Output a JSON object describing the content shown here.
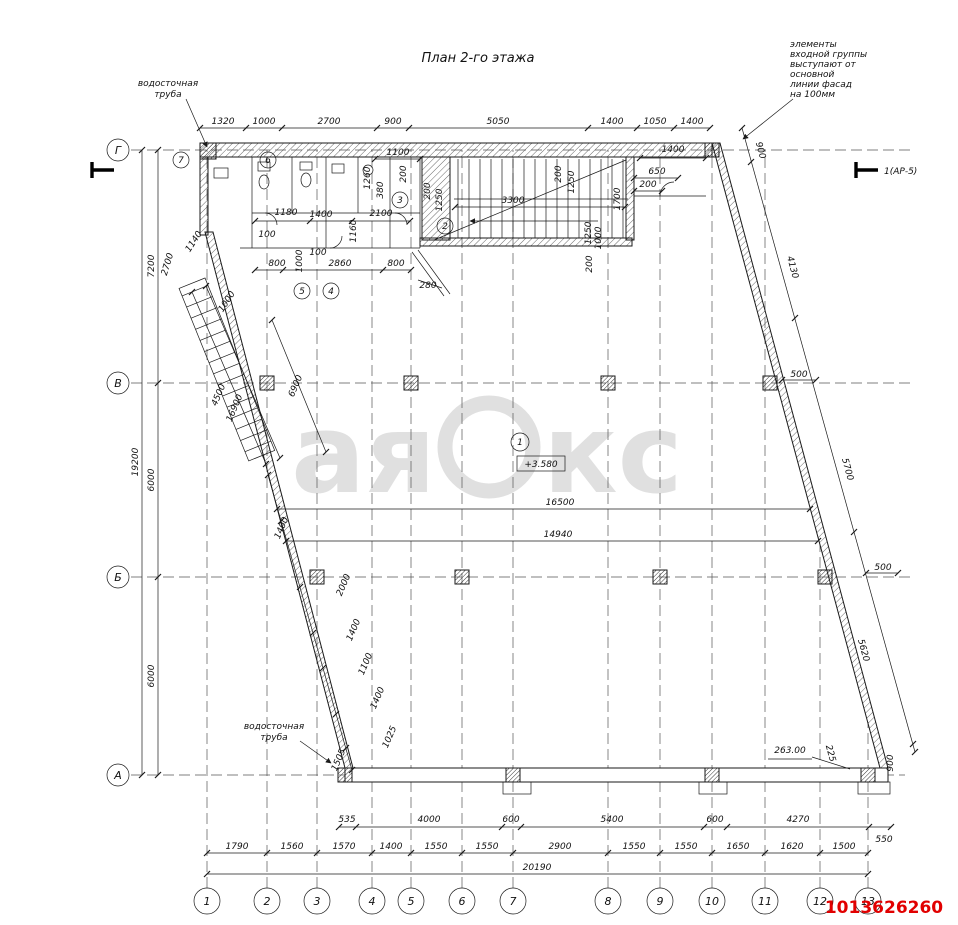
{
  "title": "План 2-го этажа",
  "notes": {
    "drain_top": [
      "водосточная",
      "труба"
    ],
    "drain_bottom": [
      "водосточная",
      "труба"
    ],
    "entrance": [
      "элементы",
      "входной группы",
      "выступают от",
      "основной",
      "линии фасад",
      "на 100мм"
    ],
    "section_ref": "1(АР-5)"
  },
  "marks": {
    "elevation": "+3.580",
    "level": "263.00",
    "room_numbers": [
      "7",
      "6",
      "3",
      "2",
      "5",
      "4",
      "1"
    ]
  },
  "axes": {
    "rows": [
      "Г",
      "В",
      "Б",
      "А"
    ],
    "cols": [
      "1",
      "2",
      "3",
      "4",
      "5",
      "6",
      "7",
      "8",
      "9",
      "10",
      "11",
      "12",
      "13"
    ]
  },
  "dims": {
    "top": [
      "1320",
      "1000",
      "2700",
      "900",
      "5050",
      "1400",
      "1050",
      "1400"
    ],
    "left_inner": [
      "7200",
      "6000",
      "6000"
    ],
    "left_total": "19200",
    "bottom1": [
      "535",
      "4000",
      "600",
      "5400",
      "600",
      "4270",
      "550"
    ],
    "bottom2": [
      "1790",
      "1560",
      "1570",
      "1400",
      "1550",
      "1550",
      "2900",
      "1550",
      "1550",
      "1650",
      "1620",
      "1500"
    ],
    "bottom_total": "20190",
    "interior": [
      "1400",
      "650",
      "200",
      "1100",
      "1260",
      "380",
      "200",
      "2100",
      "1160",
      "1180",
      "1400",
      "100",
      "1000",
      "100",
      "800",
      "2860",
      "800",
      "280",
      "1140",
      "1000",
      "2700",
      "200",
      "1250",
      "3300",
      "200",
      "1250",
      "1700",
      "1250",
      "1000",
      "200",
      "4500",
      "16900",
      "6900",
      "1400",
      "2000",
      "1400",
      "1100",
      "1400",
      "1025",
      "1505",
      "16500",
      "14940",
      "900",
      "4130",
      "500",
      "5700",
      "500",
      "5620",
      "225",
      "900"
    ]
  },
  "watermark": {
    "left": "ая",
    "right": "кс"
  },
  "listing_id": "1013626260"
}
